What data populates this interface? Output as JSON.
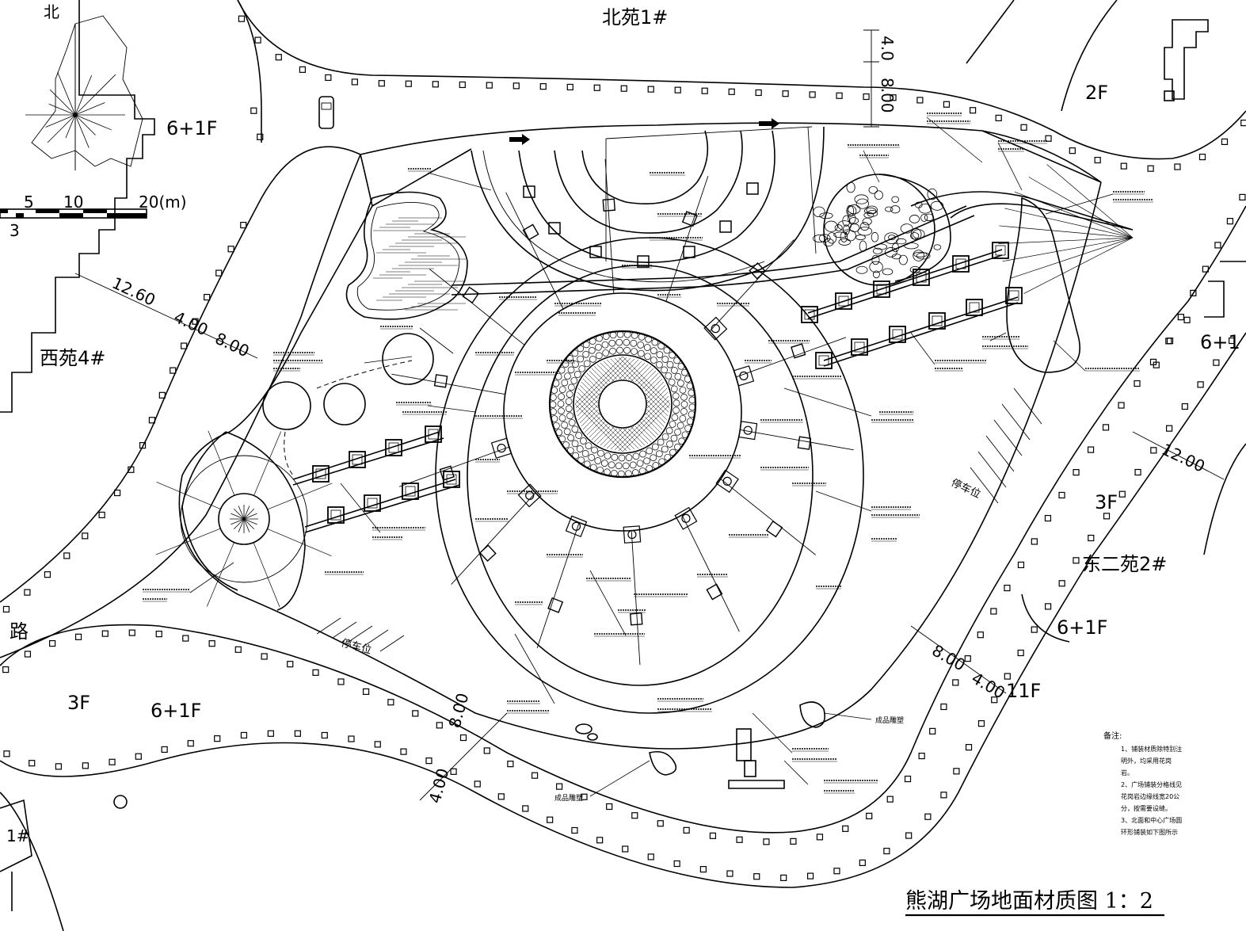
{
  "title": "熊湖广场地面材质图 1：2",
  "compass": {
    "north_label": "北"
  },
  "scale_bar": {
    "labels": [
      "5",
      "10",
      "20(m)"
    ],
    "sub_label": "3"
  },
  "buildings": {
    "north": "北苑1#",
    "west": "西苑4#",
    "east": "东二苑2#",
    "nw_floors": "6+1F",
    "ne_floors": "2F",
    "east_floors_top": "6+1",
    "east_3f": "3F",
    "east_6f": "6+1F",
    "east_11f": "11F",
    "sw_3f": "3F",
    "sw_6f": "6+1F",
    "sw_block": "1#"
  },
  "road_char": "路",
  "dimensions": {
    "n_4": "4.0",
    "n_8": "8.00",
    "w_1260": "12.60",
    "w_4": "4.00",
    "w_8": "8.00",
    "e_1200": "12.00",
    "se_8": "8.00",
    "se_4": "4.00",
    "s_8": "8.00",
    "s_4": "4.00"
  },
  "parking": {
    "east": "停车位",
    "south": "停车位"
  },
  "sculpture_labels": [
    "成品雕塑",
    "成品雕塑"
  ],
  "notes": {
    "heading": "备注:",
    "items": [
      "1、铺装材质除特别注明外，均采用花岗岩。",
      "2、广场铺装分格线见花岗岩边缘线宽20公分，按需要设缝。",
      "3、北面和中心广场圆环形铺装如下图所示铺装。"
    ]
  }
}
